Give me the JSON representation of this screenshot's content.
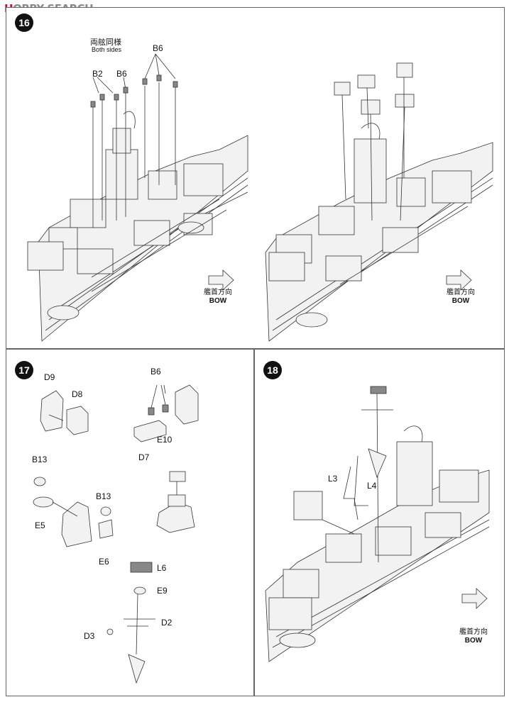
{
  "header": {
    "logo_prefix": "H",
    "logo_text": "OBBY SEARCH"
  },
  "step16": {
    "number": "16",
    "both_sides_cn": "両舷同様",
    "both_sides_en": "Both sides",
    "part_b6_top": "B6",
    "part_b2": "B2",
    "part_b6_left": "B6",
    "bow_cn_left": "艦首方向",
    "bow_en_left": "BOW",
    "bow_cn_right": "艦首方向",
    "bow_en_right": "BOW"
  },
  "step17": {
    "number": "17",
    "parts": {
      "d9": "D9",
      "d8": "D8",
      "b6": "B6",
      "e10": "E10",
      "d7": "D7",
      "b13_a": "B13",
      "e5": "E5",
      "b13_b": "B13",
      "e6": "E6",
      "l6": "L6",
      "e9": "E9",
      "d2": "D2",
      "d3": "D3"
    }
  },
  "step18": {
    "number": "18",
    "parts": {
      "l3": "L3",
      "l4": "L4"
    },
    "bow_cn": "艦首方向",
    "bow_en": "BOW"
  }
}
